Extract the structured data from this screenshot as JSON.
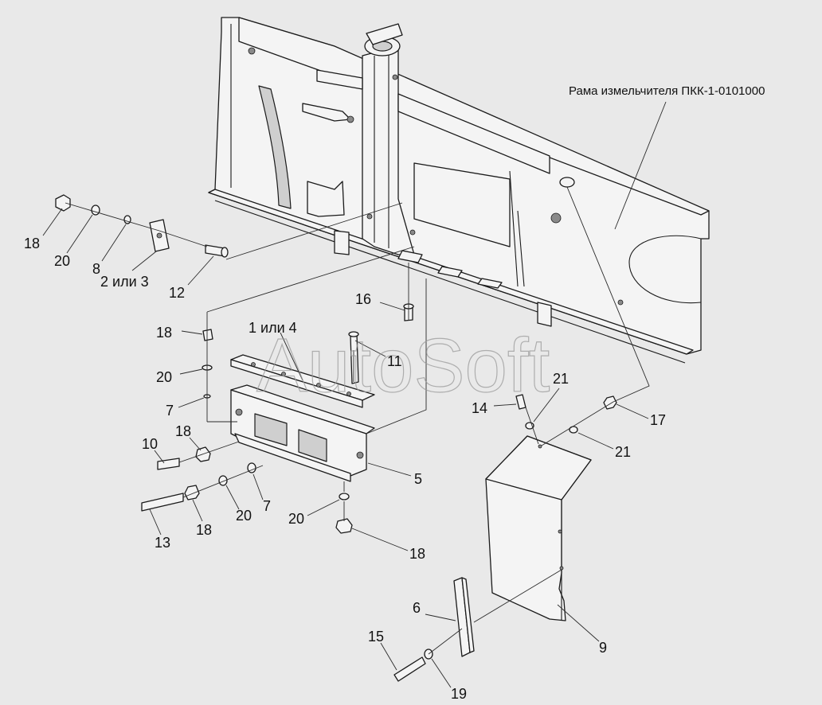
{
  "frame_title": "Рама измельчителя ПКК-1-0101000",
  "watermark": "AutoSoft",
  "callouts": [
    {
      "id": "c18a",
      "text": "18"
    },
    {
      "id": "c20a",
      "text": "20"
    },
    {
      "id": "c8",
      "text": "8"
    },
    {
      "id": "c2or3",
      "text": "2 или 3"
    },
    {
      "id": "c12",
      "text": "12"
    },
    {
      "id": "c16",
      "text": "16"
    },
    {
      "id": "c1or4",
      "text": "1 или 4"
    },
    {
      "id": "c11",
      "text": "11"
    },
    {
      "id": "c18b",
      "text": "18"
    },
    {
      "id": "c20b",
      "text": "20"
    },
    {
      "id": "c7a",
      "text": "7"
    },
    {
      "id": "c18c",
      "text": "18"
    },
    {
      "id": "c10",
      "text": "10"
    },
    {
      "id": "c5",
      "text": "5"
    },
    {
      "id": "c7b",
      "text": "7"
    },
    {
      "id": "c20c",
      "text": "20"
    },
    {
      "id": "c20d",
      "text": "20"
    },
    {
      "id": "c18d",
      "text": "18"
    },
    {
      "id": "c13",
      "text": "13"
    },
    {
      "id": "c18e",
      "text": "18"
    },
    {
      "id": "c14",
      "text": "14"
    },
    {
      "id": "c21a",
      "text": "21"
    },
    {
      "id": "c17",
      "text": "17"
    },
    {
      "id": "c21b",
      "text": "21"
    },
    {
      "id": "c6",
      "text": "6"
    },
    {
      "id": "c9",
      "text": "9"
    },
    {
      "id": "c15",
      "text": "15"
    },
    {
      "id": "c19",
      "text": "19"
    }
  ]
}
